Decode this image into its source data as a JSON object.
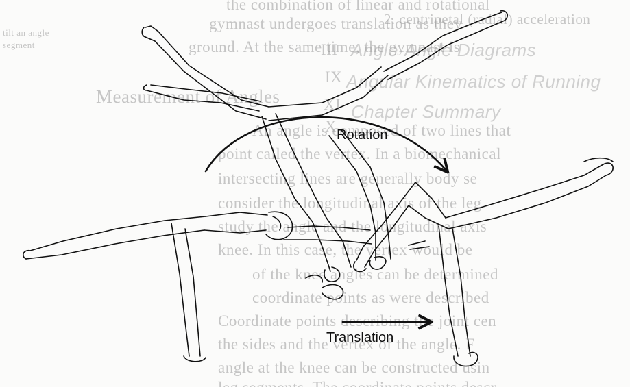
{
  "figure": {
    "rotation_label": "Rotation",
    "translation_label": "Translation"
  },
  "bleed_through": {
    "lines": [
      "the combination of linear and rotational",
      "gymnast undergoes translation as they",
      "ground. At the same time, the gymnast is",
      "Measurement of Angles",
      "An angle is composed of two lines that",
      "point called the vertex. In a biomechanical",
      "intersecting lines are generally body se",
      "consider the longitudinal axis of the leg",
      "study the angle and the longitudinal axis",
      "knee. In this case, the vertex would be",
      "of the knee angles can be determined",
      "coordinate points as were described",
      "Coordinate points describing the joint cen",
      "the sides and the vertex of the angle. F",
      "angle at the knee can be constructed usin",
      "leg segments. The coordinate points descr"
    ],
    "right_lines": [
      "2. centripetal (radial) acceleration",
      "Angle-Angle Diagrams",
      "Angular Kinematics of Running",
      "Chapter Summary"
    ],
    "numerals": [
      "III",
      "IX",
      "XI",
      "X"
    ],
    "top_left": [
      "tilt an angle",
      "segment"
    ]
  },
  "colors": {
    "ink": "#111111",
    "paper": "#fbfbfa",
    "bleed": "#9a9a9a"
  }
}
